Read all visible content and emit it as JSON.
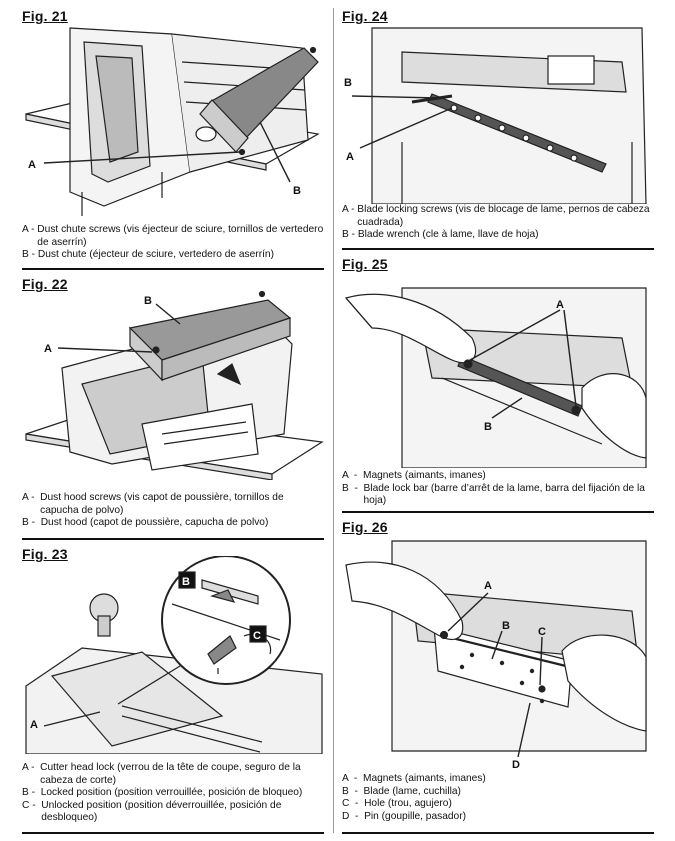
{
  "figures": {
    "fig21": {
      "title": "Fig. 21",
      "callouts": [
        "A",
        "B"
      ],
      "captions": [
        {
          "key": "A - ",
          "text": "Dust chute screws (vis éjecteur de sciure, tornillos de vertedero de aserrín)"
        },
        {
          "key": "B - ",
          "text": "Dust chute (éjecteur de sciure, vertedero de aserrín)"
        }
      ]
    },
    "fig22": {
      "title": "Fig. 22",
      "callouts": [
        "A",
        "B"
      ],
      "captions": [
        {
          "key": "A -  ",
          "text": "Dust hood screws (vis capot de poussière, tornillos de capucha de polvo)"
        },
        {
          "key": "B -  ",
          "text": "Dust hood (capot de poussière, capucha de polvo)"
        }
      ]
    },
    "fig23": {
      "title": "Fig. 23",
      "callouts": [
        "A",
        "B",
        "C"
      ],
      "captions": [
        {
          "key": "A -  ",
          "text": "Cutter head lock (verrou de la tête de coupe, seguro de la cabeza de corte)"
        },
        {
          "key": "B -  ",
          "text": "Locked position (position verrouillée, posición de bloqueo)"
        },
        {
          "key": "C -  ",
          "text": "Unlocked position (position déverrouillée, posición de desbloqueo)"
        }
      ]
    },
    "fig24": {
      "title": "Fig. 24",
      "callouts": [
        "B",
        "A"
      ],
      "captions": [
        {
          "key": "A - ",
          "text": "Blade locking screws (vis  de blocage de lame, pernos de cabeza cuadrada)"
        },
        {
          "key": "B - ",
          "text": "Blade wrench (cle à lame, llave de hoja)"
        }
      ]
    },
    "fig25": {
      "title": "Fig. 25",
      "callouts": [
        "A",
        "B"
      ],
      "captions": [
        {
          "key": "A  -  ",
          "text": "Magnets (aimants, imanes)"
        },
        {
          "key": "B  -  ",
          "text": "Blade lock bar (barre d’arrêt de la lame, barra del fijación de la hoja)"
        }
      ]
    },
    "fig26": {
      "title": "Fig. 26",
      "callouts": [
        "A",
        "B",
        "C",
        "D"
      ],
      "captions": [
        {
          "key": "A  -  ",
          "text": "Magnets (aimants, imanes)"
        },
        {
          "key": "B  -  ",
          "text": "Blade (lame, cuchilla)"
        },
        {
          "key": "C  -  ",
          "text": "Hole (trou, agujero)"
        },
        {
          "key": "D  -  ",
          "text": "Pin (goupille, pasador)"
        }
      ]
    }
  }
}
